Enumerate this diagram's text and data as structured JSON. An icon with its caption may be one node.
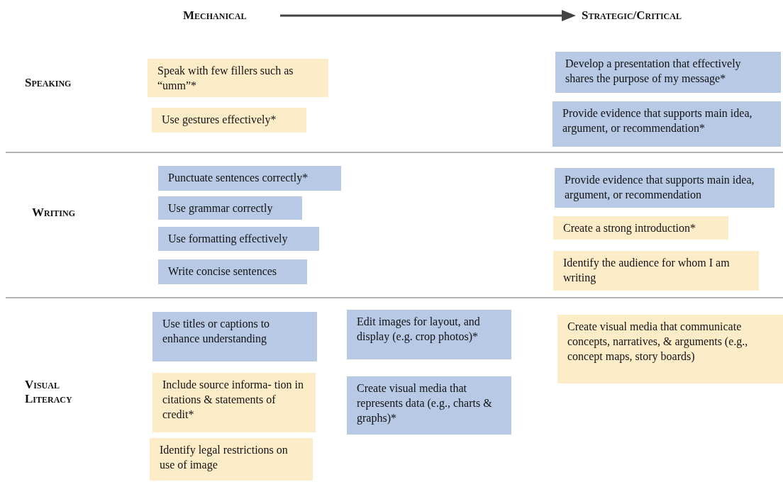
{
  "diagram": {
    "nodes": [
      {
        "text": [
          "Speak with few fillers such as “umm”*"
        ]
      },
      {
        "text": [
          "Use gestures effectively*"
        ]
      },
      {
        "text": [
          "Develop a presentation that effectively shares the purpose of my message*"
        ]
      },
      {
        "text": [
          "Provide evidence that supports main idea, argument, or recommendation*"
        ]
      },
      {
        "text": [
          "Punctuate sentences correctly*"
        ]
      },
      {
        "text": [
          "Use grammar correctly"
        ]
      },
      {
        "text": [
          "Use formatting effectively"
        ]
      },
      {
        "text": [
          "Write concise sentences"
        ]
      },
      {
        "text": [
          "Provide evidence that supports main idea, argument, or recommendation"
        ]
      },
      {
        "text": [
          "Create a strong introduction*"
        ]
      },
      {
        "text": [
          "Identify the audience for whom I am writing"
        ]
      },
      {
        "text": [
          "Use titles or captions to enhance understanding"
        ]
      },
      {
        "text": [
          "Edit images for layout, and display (e.g. crop photos)*"
        ]
      },
      {
        "text": [
          "Create visual media that communicate concepts, narratives, & arguments (e.g., concept maps, story boards)"
        ]
      },
      {
        "text": [
          "Include source informa- tion in citations & statements of credit*"
        ]
      },
      {
        "text": [
          "Create visual media that represents data (e.g., charts & graphs)*"
        ]
      },
      {
        "text": [
          "Identify legal restrictions on use of image"
        ]
      }
    ],
    "edges": [],
    "labels": [
      "Mechanical",
      "Strategic/Critical",
      "Speaking",
      "Writing",
      "Visual Literacy"
    ]
  }
}
